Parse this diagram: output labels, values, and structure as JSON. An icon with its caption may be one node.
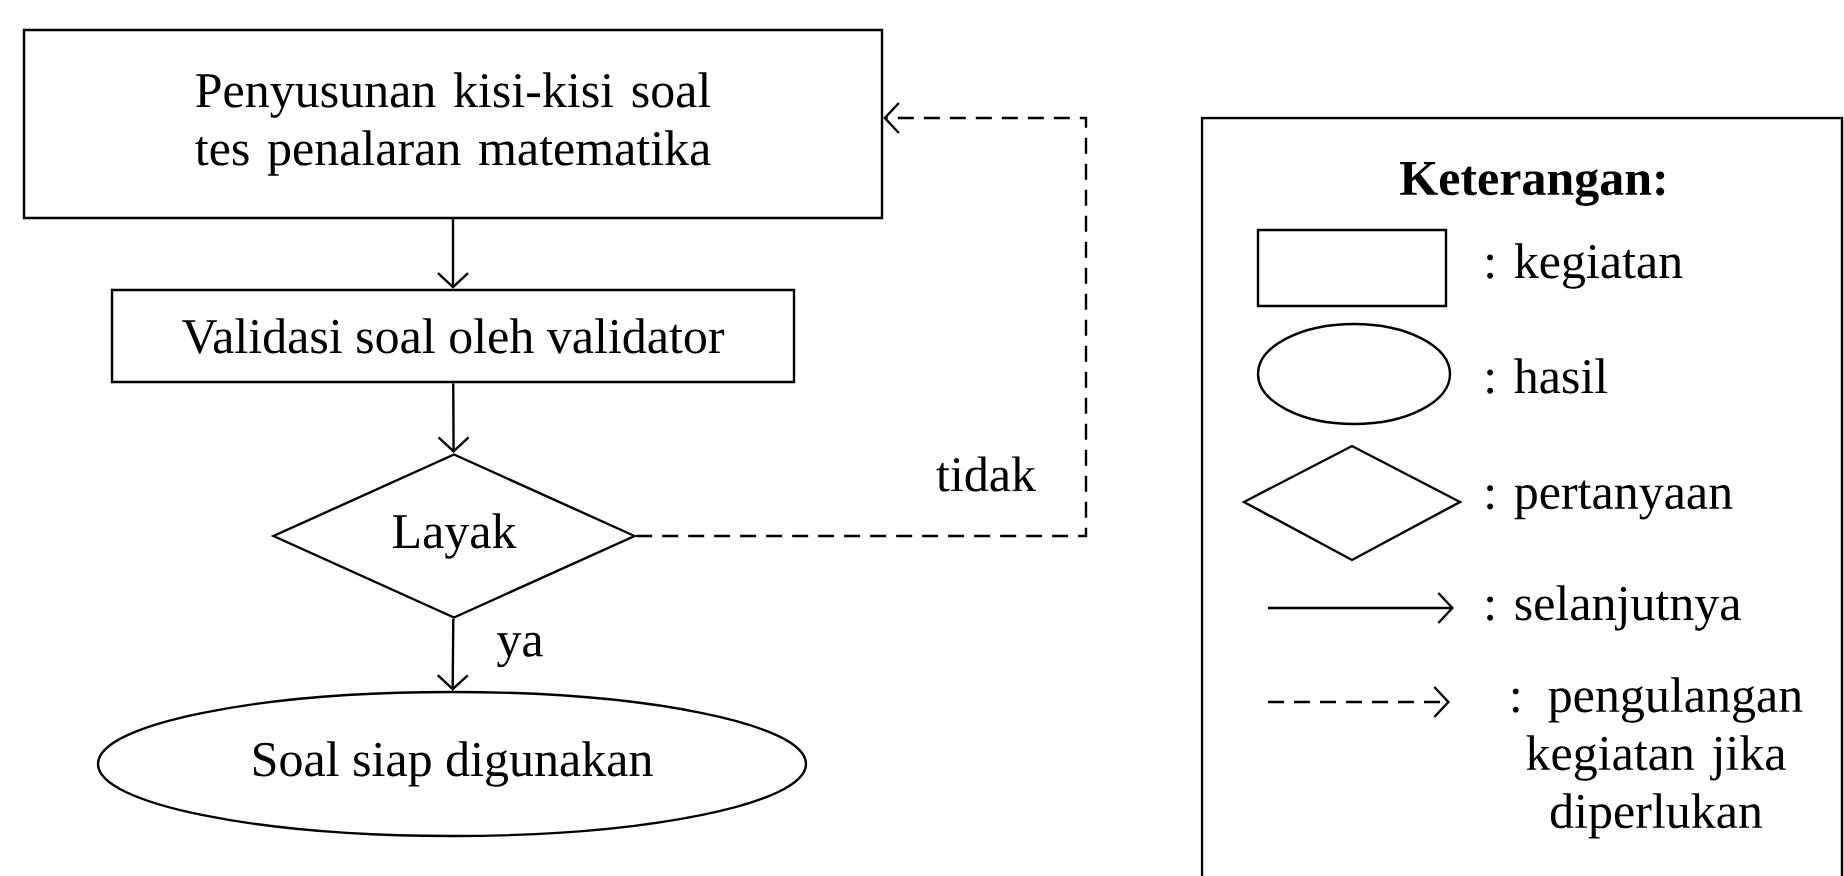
{
  "diagram": {
    "nodes": [
      {
        "text": [
          "Penyusunan kisi-kisi soal tes penalaran matematika"
        ]
      },
      {
        "text": [
          "Validasi soal oleh validator"
        ]
      },
      {
        "text": [
          "Layak"
        ]
      },
      {
        "text": [
          "Soal siap digunakan"
        ]
      }
    ],
    "edges": [
      {
        "from": 0,
        "to": 1,
        "arrow": "to"
      },
      {
        "from": 1,
        "to": 2,
        "arrow": "to"
      },
      {
        "from": 2,
        "to": 3,
        "arrow": "to",
        "label": "ya"
      },
      {
        "from": 2,
        "to": 0,
        "arrow": "to",
        "label": "tidak",
        "style": "dashed"
      }
    ],
    "labels": [
      "Keterangan:"
    ],
    "legend": [
      {
        "text": ": kegiatan"
      },
      {
        "text": ": hasil"
      },
      {
        "text": ": pertanyaan"
      },
      {
        "text": ": selanjutnya"
      },
      {
        "text": ": pengulangan kegiatan jika diperlukan"
      }
    ]
  }
}
